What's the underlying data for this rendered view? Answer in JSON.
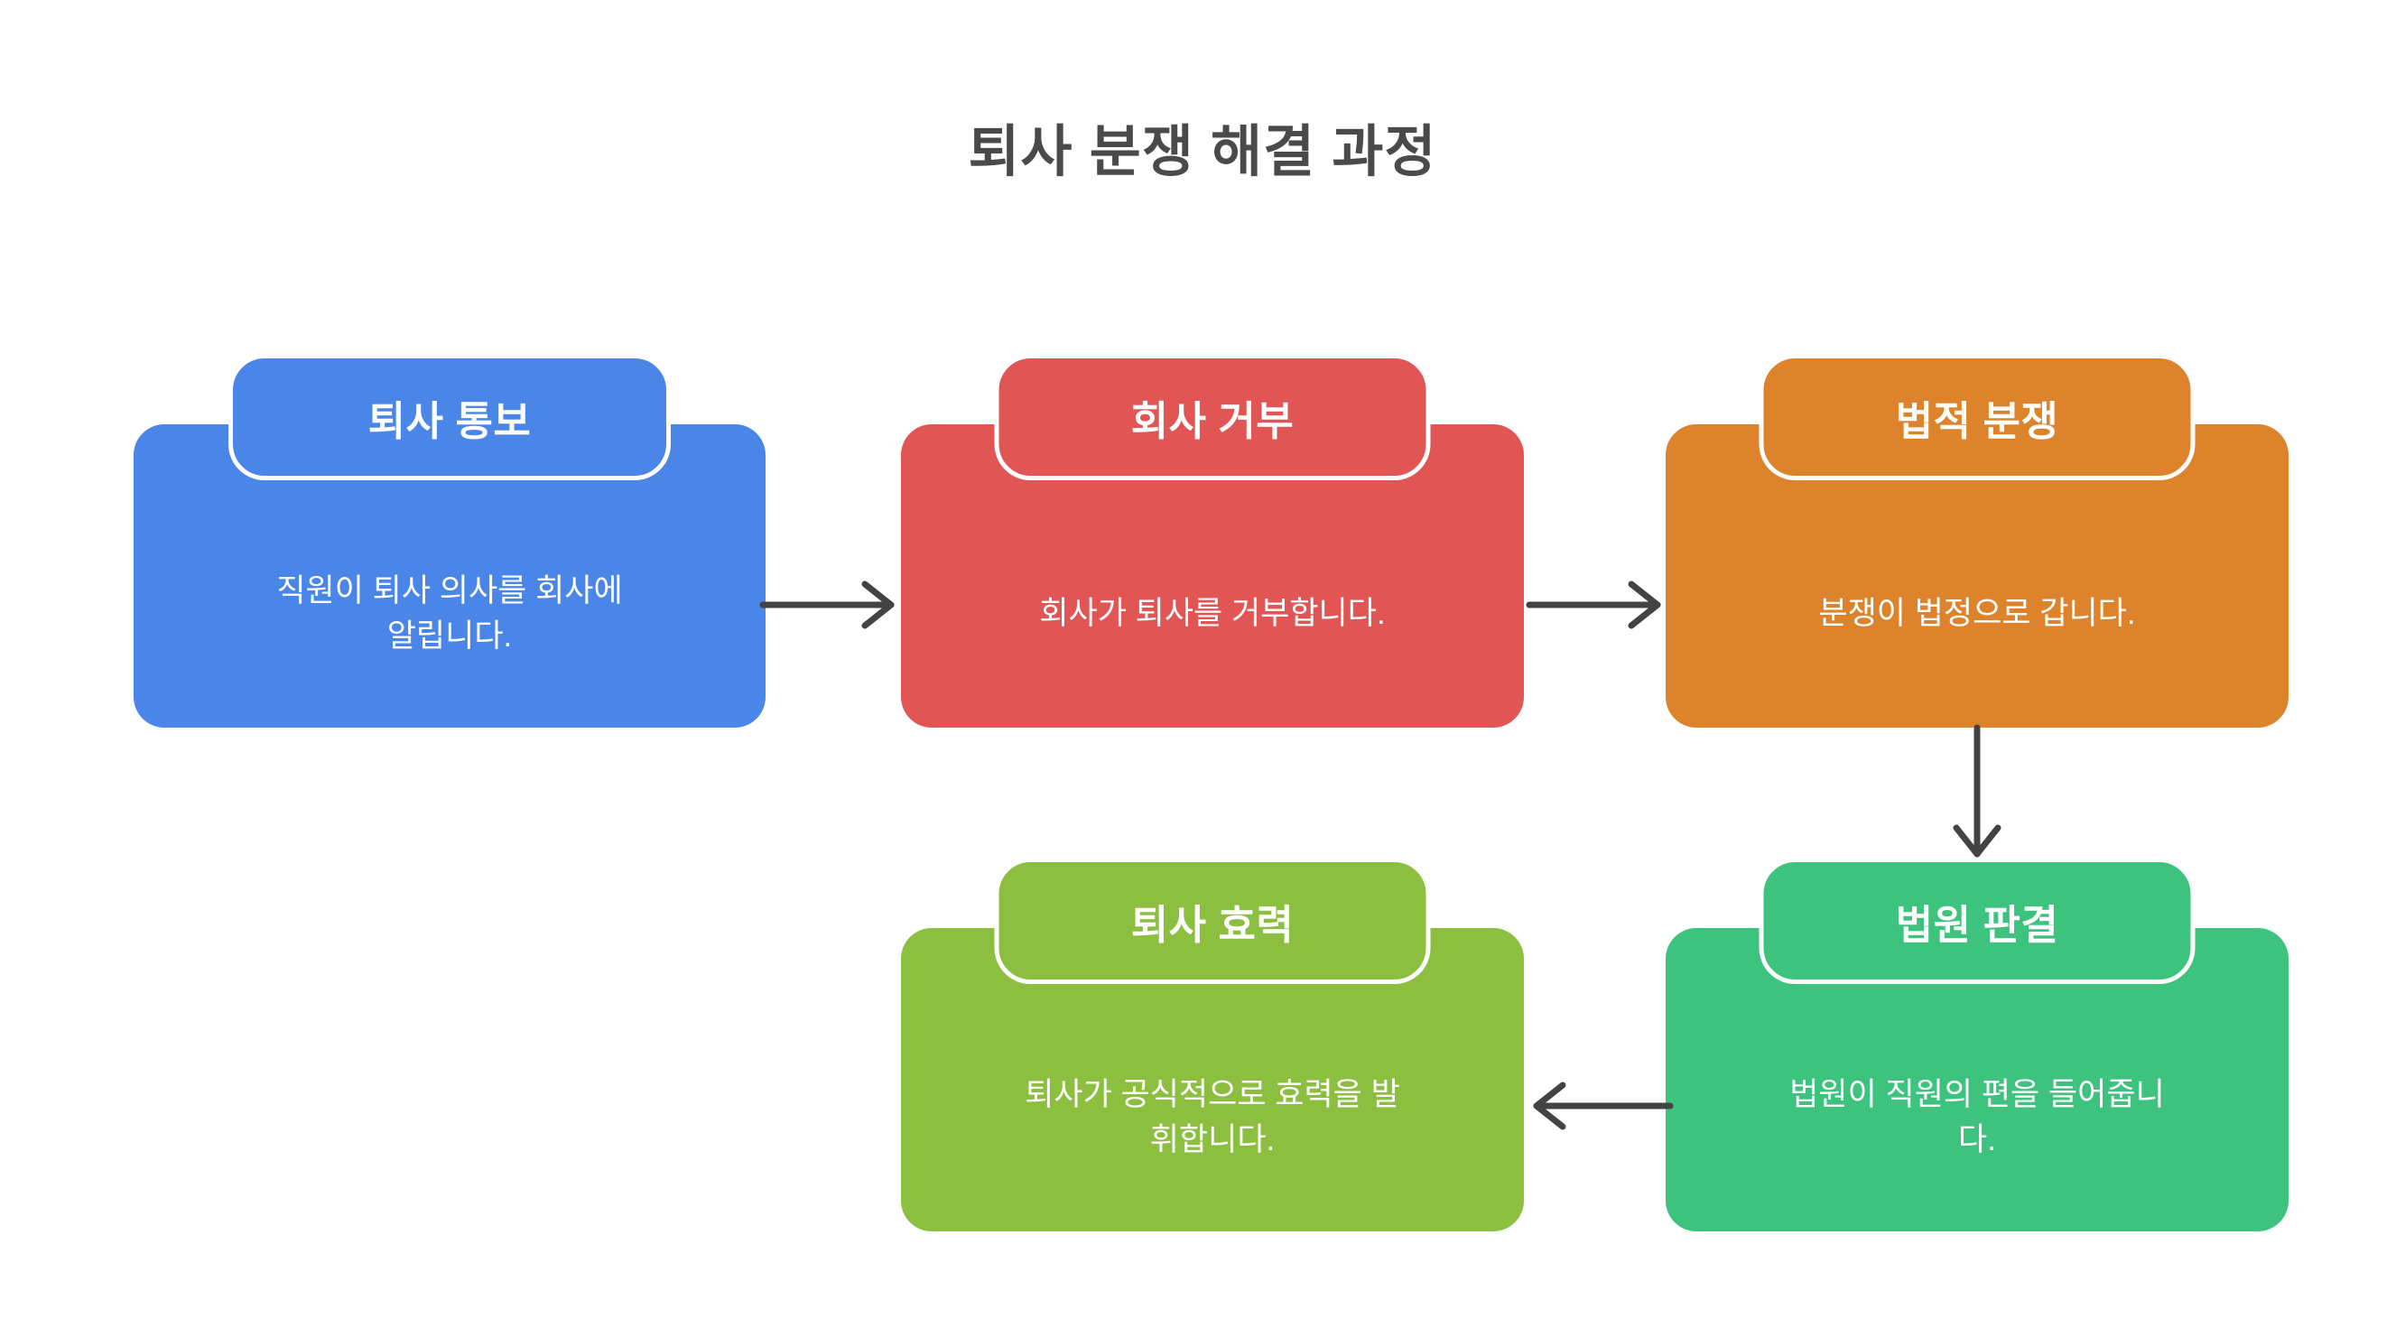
{
  "title": "퇴사 분쟁 해결 과정",
  "colors": {
    "background": "#ffffff",
    "title_text": "#4a4a4a",
    "node_text": "#ffffff",
    "node_border": "#ffffff",
    "connector": "#434343",
    "step_notice": "#4a86e8",
    "step_refusal": "#e25555",
    "step_dispute": "#dd832c",
    "step_ruling": "#3ec37f",
    "step_effect": "#8cbf3f"
  },
  "nodes": [
    {
      "id": "notice",
      "header": "퇴사 통보",
      "description": "직원이 퇴사 의사를 회사에\n알립니다.",
      "color": "#4a86e8"
    },
    {
      "id": "refusal",
      "header": "회사 거부",
      "description": "회사가 퇴사를 거부합니다.",
      "color": "#e25555"
    },
    {
      "id": "dispute",
      "header": "법적 분쟁",
      "description": "분쟁이 법정으로 갑니다.",
      "color": "#dd832c"
    },
    {
      "id": "ruling",
      "header": "법원 판결",
      "description": "법원이 직원의 편을 들어줍니\n다.",
      "color": "#3ec37f"
    },
    {
      "id": "effect",
      "header": "퇴사 효력",
      "description": "퇴사가 공식적으로 효력을 발\n휘합니다.",
      "color": "#8cbf3f"
    }
  ],
  "connectors": [
    {
      "id": "notice-to-refusal",
      "from": "notice",
      "to": "refusal",
      "direction": "right"
    },
    {
      "id": "refusal-to-dispute",
      "from": "refusal",
      "to": "dispute",
      "direction": "right"
    },
    {
      "id": "dispute-to-ruling",
      "from": "dispute",
      "to": "ruling",
      "direction": "down"
    },
    {
      "id": "ruling-to-effect",
      "from": "ruling",
      "to": "effect",
      "direction": "left"
    }
  ]
}
